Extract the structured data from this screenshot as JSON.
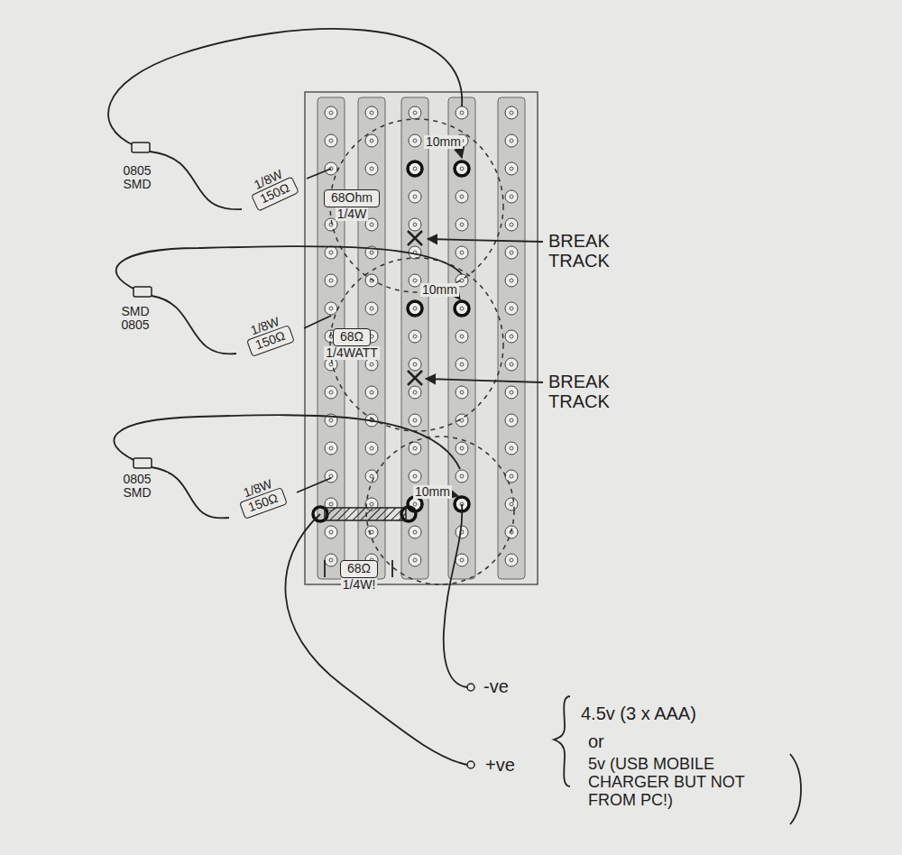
{
  "diagram": {
    "nodes": [
      {
        "text": [
          "1/8W",
          "150Ω"
        ]
      },
      {
        "text": [
          "68Ohm",
          "1/4W"
        ]
      },
      {
        "text": [
          "1/8W",
          "150Ω"
        ]
      },
      {
        "text": [
          "68Ω",
          "1/4WATT"
        ]
      },
      {
        "text": [
          "1/8W",
          "150Ω"
        ]
      },
      {
        "text": [
          "68Ω",
          "1/4W!"
        ]
      }
    ],
    "labels": [
      "0805 SMD",
      "10mm",
      "BREAK TRACK",
      "SMD 0805",
      "10mm",
      "BREAK TRACK",
      "0805 SMD",
      "10mm",
      "-ve",
      "+ve",
      "4.5v (3 x AAA)",
      "or",
      "5v (USB MOBILE CHARGER BUT NOT FROM PC!)"
    ]
  }
}
